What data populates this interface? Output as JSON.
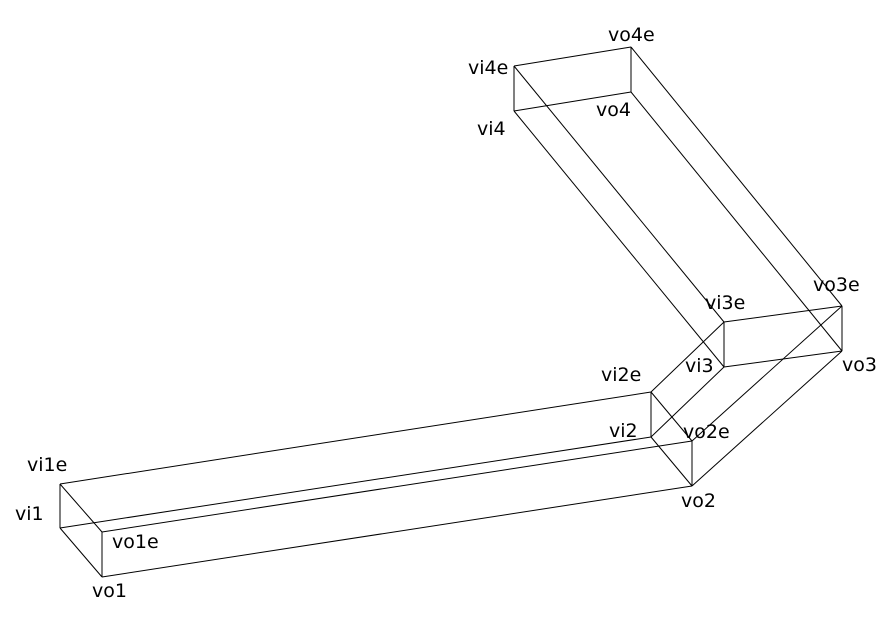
{
  "vertex_labels": {
    "vi1e": "vi1e",
    "vi1": "vi1",
    "vo1e": "vo1e",
    "vo1": "vo1",
    "vi2e": "vi2e",
    "vi2": "vi2",
    "vo2e": "vo2e",
    "vo2": "vo2",
    "vi3e": "vi3e",
    "vi3": "vi3",
    "vo3e": "vo3e",
    "vo3": "vo3",
    "vi4e": "vi4e",
    "vi4": "vi4",
    "vo4e": "vo4e",
    "vo4": "vo4"
  },
  "edges": [
    [
      "vi1e",
      "vi1"
    ],
    [
      "vo1e",
      "vo1"
    ],
    [
      "vi1e",
      "vo1e"
    ],
    [
      "vi1",
      "vo1"
    ],
    [
      "vi2e",
      "vi2"
    ],
    [
      "vo2e",
      "vo2"
    ],
    [
      "vi2e",
      "vo2e"
    ],
    [
      "vi2",
      "vo2"
    ],
    [
      "vi3e",
      "vi3"
    ],
    [
      "vo3e",
      "vo3"
    ],
    [
      "vi3e",
      "vo3e"
    ],
    [
      "vi3",
      "vo3"
    ],
    [
      "vi4e",
      "vi4"
    ],
    [
      "vo4e",
      "vo4"
    ],
    [
      "vi4e",
      "vo4e"
    ],
    [
      "vi4",
      "vo4"
    ],
    [
      "vi1e",
      "vi2e"
    ],
    [
      "vi1",
      "vi2"
    ],
    [
      "vo1e",
      "vo2e"
    ],
    [
      "vo1",
      "vo2"
    ],
    [
      "vi2e",
      "vi3e"
    ],
    [
      "vi2",
      "vi3"
    ],
    [
      "vo2e",
      "vo3e"
    ],
    [
      "vo2",
      "vo3"
    ],
    [
      "vi3e",
      "vi4e"
    ],
    [
      "vi3",
      "vi4"
    ],
    [
      "vo3e",
      "vo4e"
    ],
    [
      "vo3",
      "vo4"
    ]
  ]
}
